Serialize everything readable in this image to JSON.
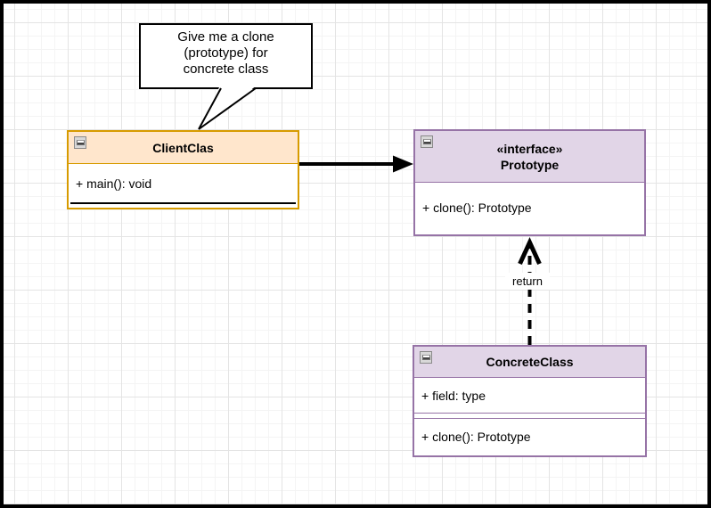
{
  "callout": {
    "line1": "Give me a clone",
    "line2": "(prototype) for",
    "line3": "concrete class"
  },
  "client": {
    "title": "ClientClas",
    "member": "+ main(): void"
  },
  "prototype": {
    "stereotype": "«interface»",
    "title": "Prototype",
    "member": "+ clone(): Prototype"
  },
  "concrete": {
    "title": "ConcreteClass",
    "field": "+ field: type",
    "method": "+ clone(): Prototype"
  },
  "edge_return": {
    "label": "return"
  },
  "icons": {
    "collapse": "minus-in-square-collapse-icon"
  },
  "colors": {
    "client_fill": "#ffe6cc",
    "client_border": "#d79b00",
    "iface_fill": "#e1d5e7",
    "iface_border": "#9673a6",
    "edge": "#000000",
    "callout_border": "#000000",
    "canvas_bg": "#ffffff"
  }
}
